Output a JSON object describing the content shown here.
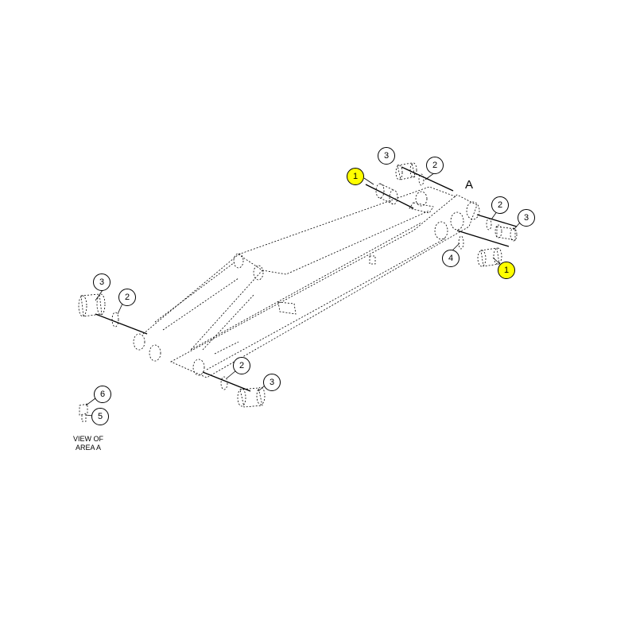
{
  "diagram": {
    "area_letter": "A",
    "view_caption_line1": "VIEW OF",
    "view_caption_line2": "AREA A",
    "highlight_color": "#ffff00",
    "line_color": "#000000",
    "callouts": [
      {
        "id": "c1",
        "label": "1",
        "highlighted": true
      },
      {
        "id": "c2",
        "label": "1",
        "highlighted": true
      },
      {
        "id": "c3",
        "label": "2",
        "highlighted": false
      },
      {
        "id": "c4",
        "label": "2",
        "highlighted": false
      },
      {
        "id": "c5",
        "label": "2",
        "highlighted": false
      },
      {
        "id": "c6",
        "label": "2",
        "highlighted": false
      },
      {
        "id": "c7",
        "label": "3",
        "highlighted": false
      },
      {
        "id": "c8",
        "label": "3",
        "highlighted": false
      },
      {
        "id": "c9",
        "label": "3",
        "highlighted": false
      },
      {
        "id": "c10",
        "label": "3",
        "highlighted": false
      },
      {
        "id": "c11",
        "label": "4",
        "highlighted": false
      },
      {
        "id": "c12",
        "label": "5",
        "highlighted": false
      },
      {
        "id": "c13",
        "label": "6",
        "highlighted": false
      }
    ]
  }
}
